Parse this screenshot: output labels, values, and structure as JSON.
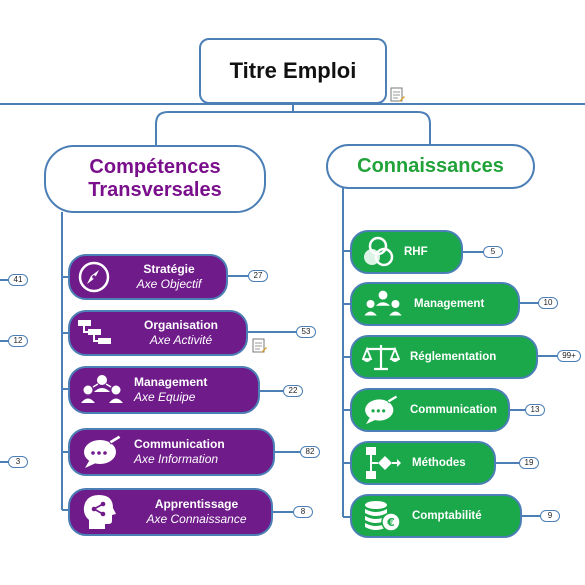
{
  "root": {
    "title": "Titre Emploi"
  },
  "left_partial_badges": [
    "41",
    "12",
    "3"
  ],
  "competences": {
    "title_line1": "Compétences",
    "title_line2": "Transversales",
    "items": [
      {
        "title": "Stratégie",
        "subtitle": "Axe Objectif",
        "count": "27",
        "icon": "compass-icon"
      },
      {
        "title": "Organisation",
        "subtitle": "Axe Activité",
        "count": "53",
        "icon": "workflow-icon"
      },
      {
        "title": "Management",
        "subtitle": "Axe Equipe",
        "count": "22",
        "icon": "team-icon"
      },
      {
        "title": "Communication",
        "subtitle": "Axe Information",
        "count": "82",
        "icon": "chat-bubble-icon"
      },
      {
        "title": "Apprentissage",
        "subtitle": "Axe Connaissance",
        "count": "8",
        "icon": "head-share-icon"
      }
    ]
  },
  "connaissances": {
    "title": "Connaissances",
    "items": [
      {
        "title": "RHF",
        "count": "5",
        "icon": "circles-icon"
      },
      {
        "title": "Management",
        "count": "10",
        "icon": "team-icon"
      },
      {
        "title": "Réglementation",
        "count": "99+",
        "icon": "scales-icon"
      },
      {
        "title": "Communication",
        "count": "13",
        "icon": "chat-bubble-icon"
      },
      {
        "title": "Méthodes",
        "count": "19",
        "icon": "flowchart-icon"
      },
      {
        "title": "Comptabilité",
        "count": "9",
        "icon": "coins-icon"
      }
    ]
  },
  "colors": {
    "purple": "#6f1b8a",
    "green": "#1aa84a",
    "line": "#4b7fb6"
  }
}
